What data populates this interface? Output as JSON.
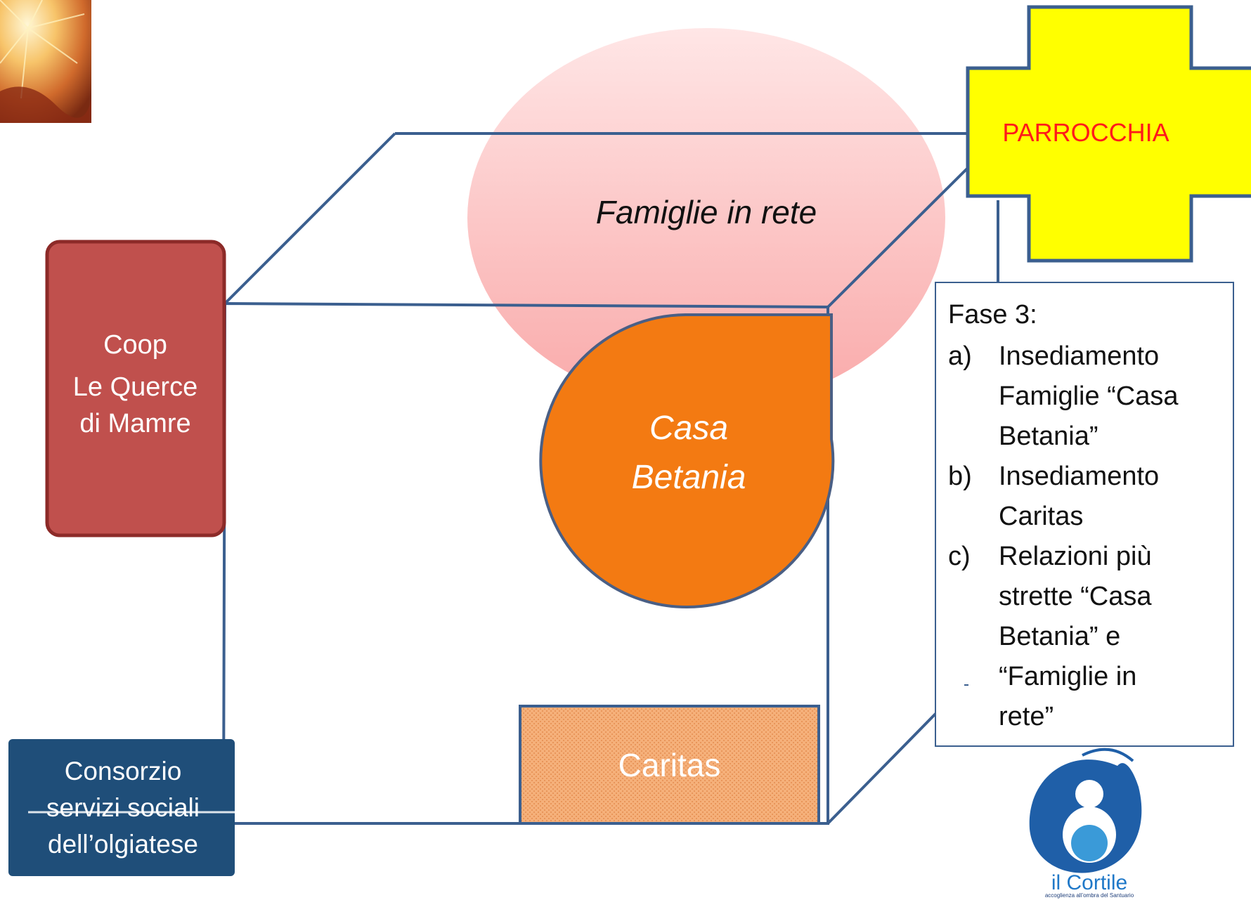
{
  "diagram": {
    "famiglie_label": "Famiglie in rete",
    "parrocchia_label": "PARROCCHIA",
    "coop_line1": "Coop",
    "coop_line2": "Le Querce",
    "coop_line3": "di Mamre",
    "casa_line1": "Casa",
    "casa_line2": "Betania",
    "caritas_label": "Caritas",
    "consorzio_line1": "Consorzio",
    "consorzio_line2": "servizi sociali",
    "consorzio_line3": "dell’olgiatese",
    "fase_title": "Fase 3:",
    "fase_items": [
      {
        "marker": "a)",
        "line1": "Insediamento",
        "line2": "Famiglie “Casa",
        "line3": "Betania”"
      },
      {
        "marker": "b)",
        "line1": "Insediamento",
        "line2": "Caritas"
      },
      {
        "marker": "c)",
        "line1": "Relazioni più",
        "line2": "strette “Casa",
        "line3": "Betania” e",
        "line4": "“Famiglie in",
        "line5": "rete”"
      }
    ],
    "logo_text": "il Cortile",
    "logo_subtext": "accoglienza all’ombra del Santuario"
  },
  "colors": {
    "cube_edge": "#3b5f8f",
    "parrocchia_fill": "#ffff00",
    "parrocchia_border": "#3b5f8f",
    "coop_fill": "#c0504d",
    "casa_fill": "#f37a12",
    "caritas_fill": "#f4a96a",
    "consorzio_fill": "#1f4e79",
    "famiglie_fill": "#fbc4c4",
    "logo_blue": "#1f78c8"
  }
}
